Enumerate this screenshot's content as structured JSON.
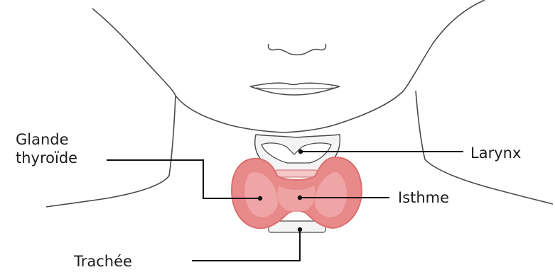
{
  "diagram": {
    "labels": {
      "glande_line1": "Glande",
      "glande_line2": "thyroïde",
      "larynx": "Larynx",
      "isthme": "Isthme",
      "trachee": "Trachée"
    },
    "colors": {
      "outline": "#4a4a4a",
      "thyroid_fill": "#e8898a",
      "thyroid_inner": "#f0a9a8",
      "thyroid_edge": "#d9706f",
      "cartilage_fill": "#f4f4f4",
      "leader_line": "#111111"
    }
  }
}
